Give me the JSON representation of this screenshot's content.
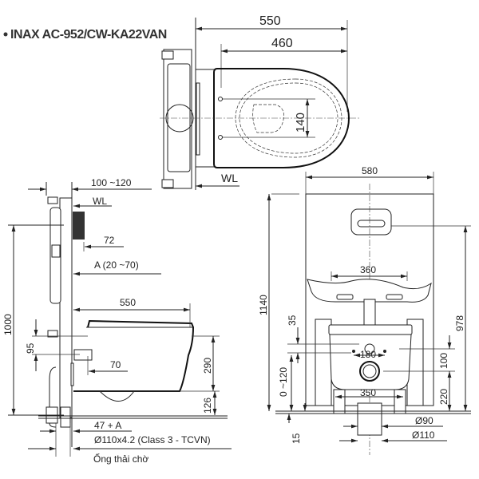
{
  "title": "INAX AC-952/CW-KA22VAN",
  "top_view": {
    "dim_overall": "550",
    "dim_bowl": "460",
    "dim_bolt": "140",
    "wl": "WL"
  },
  "side_view": {
    "dim_height": "1000",
    "dim_wall": "100 ~120",
    "wl": "WL",
    "dim_72": "72",
    "dim_a": "A (20 ~70)",
    "dim_length": "550",
    "dim_95": "95",
    "dim_70": "70",
    "dim_290": "290",
    "dim_126": "126",
    "dim_47a": "47 + A",
    "pipe_spec": "Ø110x4.2 (Class 3 - TCVN)",
    "pipe_label": "Ống thải chờ"
  },
  "front_view": {
    "dim_width": "580",
    "dim_height": "1140",
    "dim_360": "360",
    "dim_978": "978",
    "dim_35": "35",
    "dim_0_120": "0 ~120",
    "dim_180": "180",
    "dim_100": "100",
    "dim_220": "220",
    "dim_350": "350",
    "dim_15": "15",
    "dim_d90": "Ø90",
    "dim_d110": "Ø110"
  }
}
